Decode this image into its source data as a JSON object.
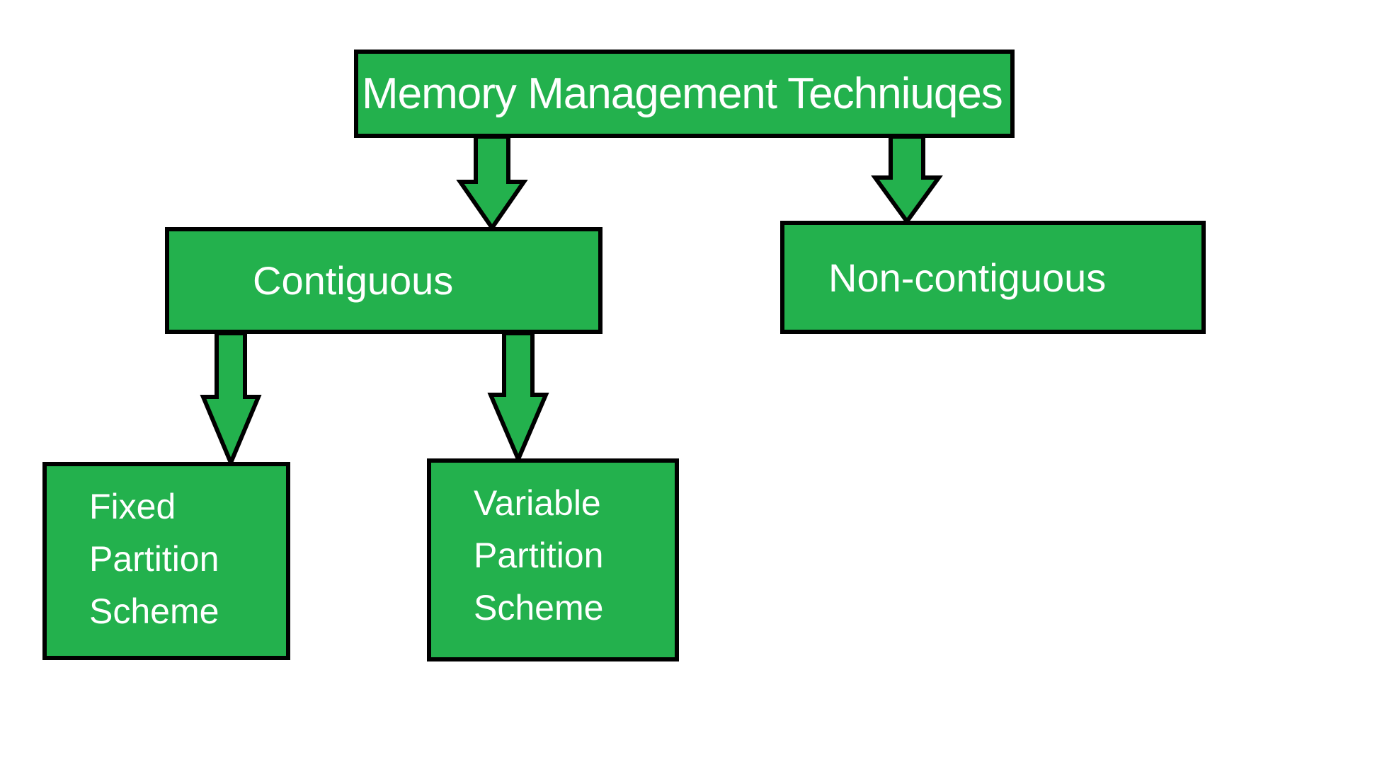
{
  "diagram": {
    "nodes": {
      "root": {
        "label": "Memory Management Techniuqes"
      },
      "contiguous": {
        "label": "Contiguous"
      },
      "non_contiguous": {
        "label": "Non-contiguous"
      },
      "fixed": {
        "lines": [
          "Fixed",
          "Partition",
          "Scheme"
        ]
      },
      "variable": {
        "lines": [
          "Variable",
          "Partition",
          "Scheme"
        ]
      }
    },
    "edges": [
      {
        "from": "root",
        "to": "contiguous"
      },
      {
        "from": "root",
        "to": "non_contiguous"
      },
      {
        "from": "contiguous",
        "to": "fixed"
      },
      {
        "from": "contiguous",
        "to": "variable"
      }
    ]
  },
  "colors": {
    "node_fill": "#23b14d",
    "node_border": "#000000",
    "node_text": "#ffffff",
    "canvas_bg": "#ffffff"
  }
}
